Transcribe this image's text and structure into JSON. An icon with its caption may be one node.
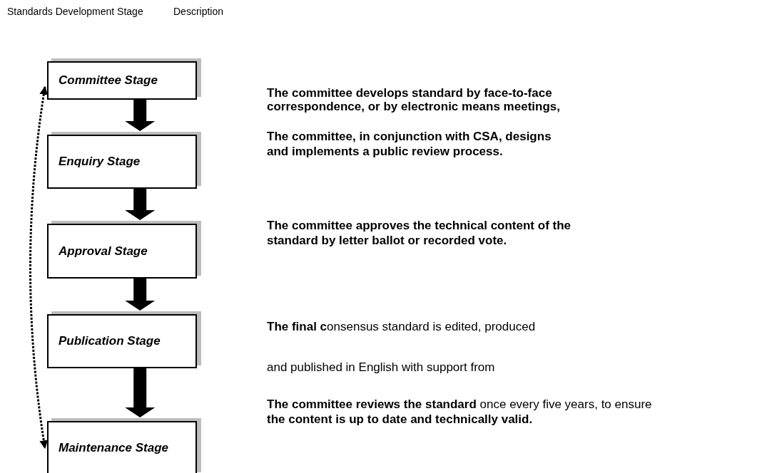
{
  "diagram": {
    "nodes": [
      {
        "text": [
          "Committee Stage"
        ]
      },
      {
        "text": [
          "Enquiry Stage"
        ]
      },
      {
        "text": [
          "Approval Stage"
        ]
      },
      {
        "text": [
          "Publication Stage"
        ]
      },
      {
        "text": [
          "Maintenance Stage"
        ]
      }
    ],
    "edges": [
      {
        "from": 0,
        "to": 1,
        "arrow": "to",
        "style": "thick"
      },
      {
        "from": 1,
        "to": 2,
        "arrow": "to",
        "style": "thick"
      },
      {
        "from": 2,
        "to": 3,
        "arrow": "to",
        "style": "thick"
      },
      {
        "from": 3,
        "to": 4,
        "arrow": "to",
        "style": "thick"
      },
      {
        "from": 0,
        "to": 4,
        "arrow": "both",
        "style": "dashed"
      }
    ],
    "labels": [
      "Standards Development Stage",
      "Description",
      "The committee develops standard by face-to-face correspondence, or by electronic means meetings,",
      "The committee, in conjunction with CSA, designs and implements a public review process.",
      "The committee approves the technical content of the standard by letter ballot  or recorded vote.",
      "**The final c**onsensus standard is edited, produced and published in English with support from",
      "**The committee reviews the standard** once every five years, to ensure **the content is up to date and technically valid.**"
    ]
  }
}
